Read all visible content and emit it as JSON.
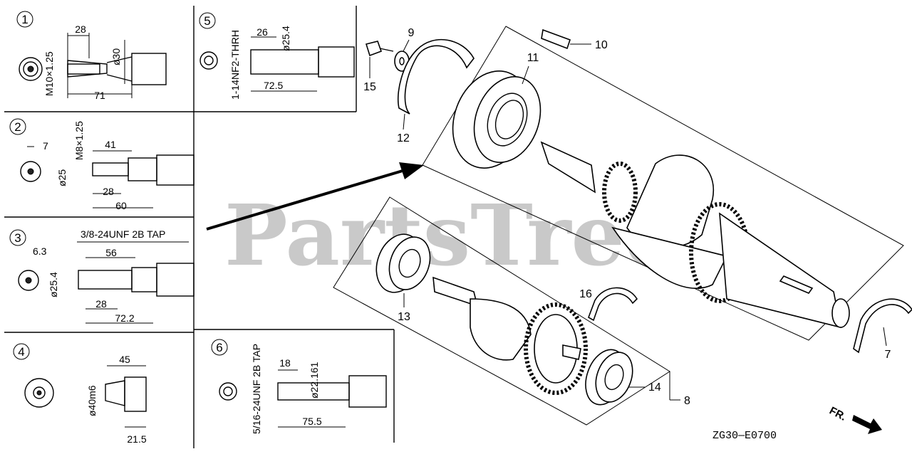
{
  "watermark": "PartsTree",
  "diagram_code": "ZG30—E0700",
  "front_label": "FR.",
  "insets": [
    {
      "number": "1",
      "dims": {
        "length_a": "28",
        "diameter": "ø30",
        "thread": "M10×1.25",
        "length_total": "71"
      }
    },
    {
      "number": "2",
      "dims": {
        "width": "7",
        "thread": "M8×1.25",
        "length_a": "41",
        "diameter": "ø25",
        "length_b": "28",
        "length_total": "60"
      }
    },
    {
      "number": "3",
      "dims": {
        "tap": "3/8-24UNF 2B TAP",
        "width": "6.3",
        "length_a": "56",
        "diameter": "ø25.4",
        "length_b": "28",
        "length_total": "72.2"
      }
    },
    {
      "number": "4",
      "dims": {
        "length_a": "45",
        "diameter": "ø40m6",
        "length_b": "21.5"
      }
    },
    {
      "number": "5",
      "dims": {
        "thread": "1-14NF2-THRH",
        "length_a": "26",
        "diameter": "ø25.4",
        "length_total": "72.5"
      }
    },
    {
      "number": "6",
      "dims": {
        "tap": "5/16-24UNF 2B TAP",
        "length_a": "18",
        "diameter": "ø22.161",
        "length_total": "75.5"
      }
    }
  ],
  "callouts": {
    "c7": "7",
    "c8": "8",
    "c9": "9",
    "c10": "10",
    "c11": "11",
    "c12": "12",
    "c13": "13",
    "c14": "14",
    "c15": "15",
    "c16": "16"
  }
}
